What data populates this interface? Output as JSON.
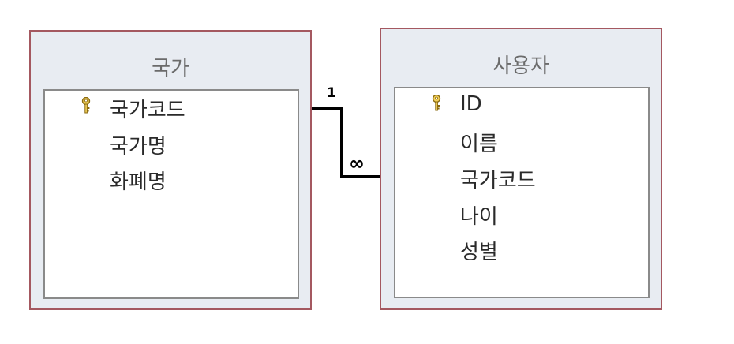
{
  "tables": [
    {
      "title": "국가",
      "fields": [
        {
          "name": "국가코드",
          "primary_key": true
        },
        {
          "name": "국가명",
          "primary_key": false
        },
        {
          "name": "화폐명",
          "primary_key": false
        }
      ]
    },
    {
      "title": "사용자",
      "fields": [
        {
          "name": "ID",
          "primary_key": true
        },
        {
          "name": "이름",
          "primary_key": false
        },
        {
          "name": "국가코드",
          "primary_key": false
        },
        {
          "name": "나이",
          "primary_key": false
        },
        {
          "name": "성별",
          "primary_key": false
        }
      ]
    }
  ],
  "relationship": {
    "one_label": "1",
    "many_label": "∞"
  },
  "colors": {
    "table_border": "#a45860",
    "table_header_bg": "#e8ecf2",
    "field_list_border": "#8a8a8a",
    "key_icon": "#d9b13b",
    "line": "#000000"
  }
}
